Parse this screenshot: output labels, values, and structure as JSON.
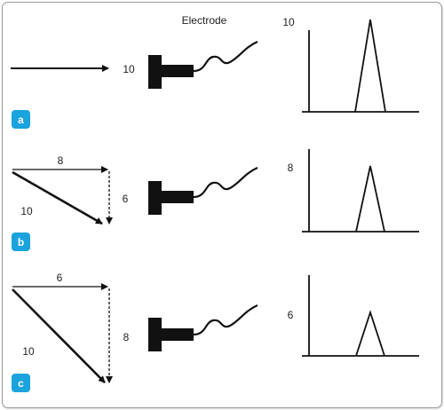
{
  "title": "Electrode",
  "accent_color": "#1aa3dd",
  "rows": [
    {
      "badge": "a",
      "electrode_label": "10",
      "peak_label": "10",
      "vector": {
        "total": "10"
      }
    },
    {
      "badge": "b",
      "electrode_label": "6",
      "peak_label": "8",
      "vector": {
        "horizontal": "8",
        "total": "10"
      }
    },
    {
      "badge": "c",
      "electrode_label": "8",
      "peak_label": "6",
      "vector": {
        "horizontal": "6",
        "total": "10"
      }
    }
  ]
}
